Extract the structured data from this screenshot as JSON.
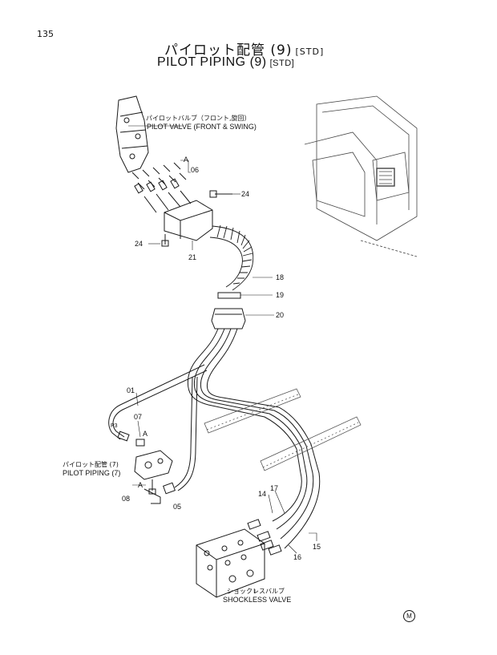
{
  "page_number": "135",
  "title": {
    "ja": "パイロット配管 (9)",
    "en": "PILOT PIPING (9)",
    "suffix": "[STD]"
  },
  "labels": {
    "pilot_valve_ja": "パイロットバルブ（フロント,旋回）",
    "pilot_valve_en": "PILOT VALVE (FRONT & SWING)",
    "pilot_piping7_ja": "パイロット配管 (7)",
    "pilot_piping7_en": "PILOT PIPING (7)",
    "shockless_ja": "ショックレスバルブ",
    "shockless_en": "SHOCKLESS VALVE"
  },
  "callouts": {
    "c06": "06",
    "c24a": "24",
    "c24b": "24",
    "c21": "21",
    "c18": "18",
    "c19": "19",
    "c20": "20",
    "c01": "01",
    "c07": "07",
    "c08": "08",
    "c05": "05",
    "c14": "14",
    "c17": "17",
    "c15": "15",
    "c16": "16",
    "cA1": "A",
    "cA2": "A",
    "cA3": "A",
    "p3": "P3"
  },
  "logo": "M"
}
